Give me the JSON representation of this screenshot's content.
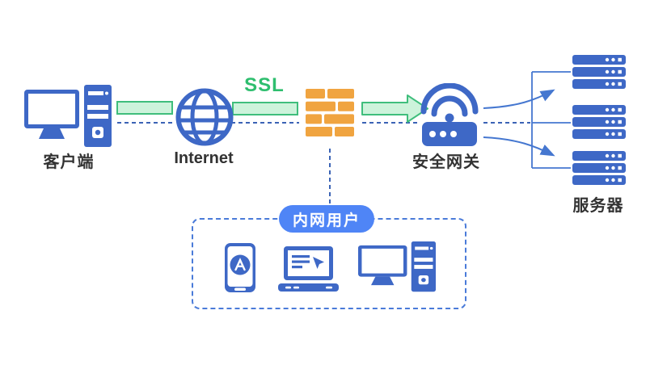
{
  "labels": {
    "client": "客户端",
    "internet": "Internet",
    "ssl": "SSL",
    "gateway": "安全网关",
    "servers": "服务器",
    "intranet_users": "内网用户"
  },
  "icons": {
    "client": "desktop-computer-icon",
    "internet": "globe-icon",
    "firewall": "firewall-brick-icon",
    "gateway": "wifi-router-icon",
    "servers": "server-stack-icon",
    "phone": "smartphone-appstore-icon",
    "laptop": "laptop-icon",
    "intranet_desktop": "desktop-computer-icon"
  },
  "colors": {
    "icon_blue": "#3E68C6",
    "pill_blue": "#4F85F6",
    "connector_blue": "#4577D0",
    "dashed_blue": "#3B63B5",
    "green_border": "#3FBE7C",
    "green_fill": "#CDF3DB",
    "ssl_green": "#2EBE6E",
    "firewall_orange": "#F0A440",
    "label_text": "#333333",
    "background": "#FFFFFF"
  },
  "diagram": {
    "server_stack_count": 3,
    "servers_per_stack": 3
  }
}
